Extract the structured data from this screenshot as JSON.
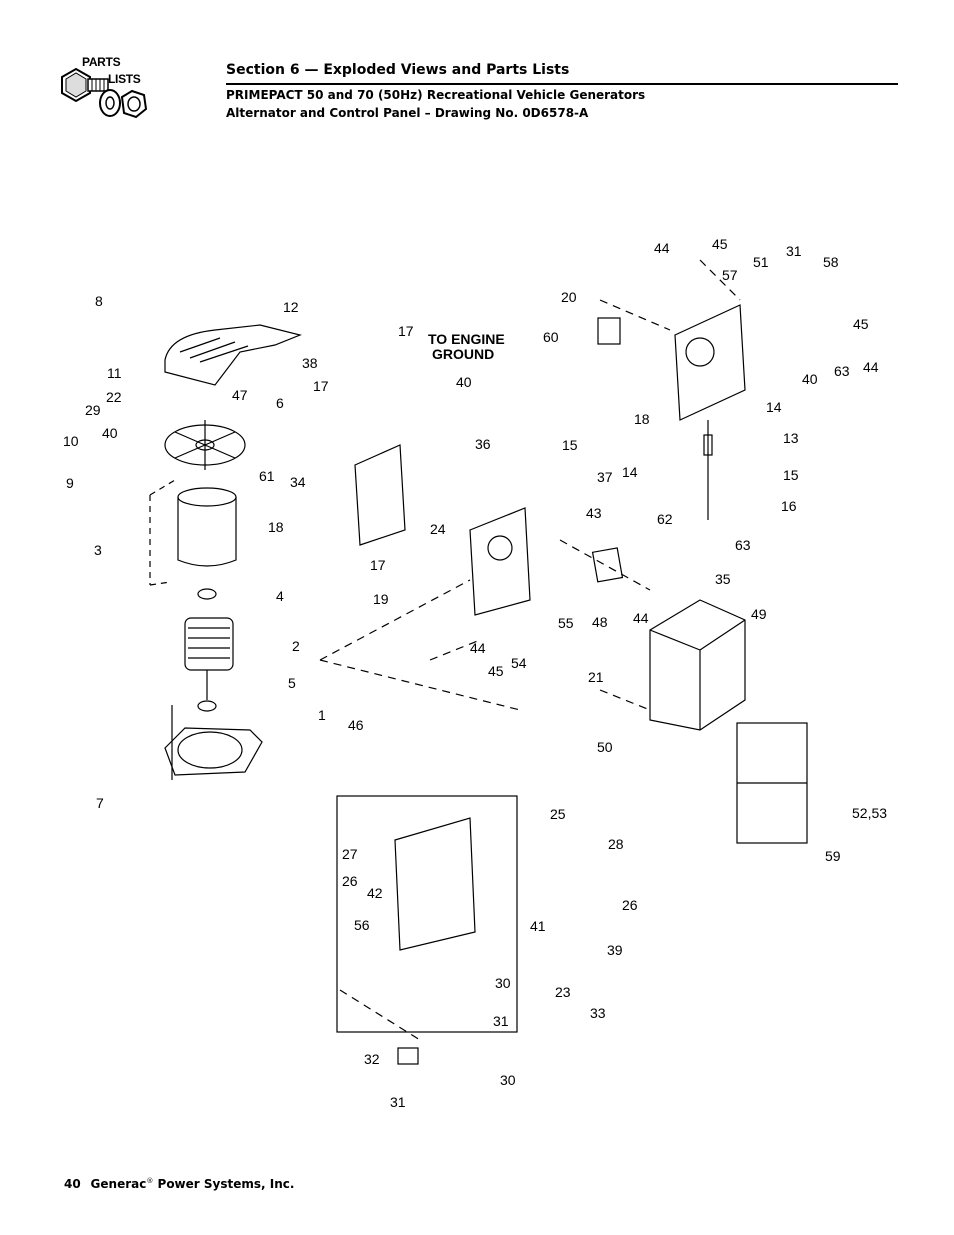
{
  "header": {
    "logo_line1": "PARTS",
    "logo_line2": "LISTS",
    "section_title": "Section 6 — Exploded Views and Parts Lists",
    "subtitle_line1": "PRIMEPACT 50 and 70 (50Hz) Recreational Vehicle Generators",
    "subtitle_line2": "Alternator and Control Panel – Drawing No. 0D6578-A"
  },
  "drawing": {
    "note_line1": "TO ENGINE",
    "note_line2": "GROUND",
    "callouts": [
      "8",
      "12",
      "11",
      "47",
      "22",
      "29",
      "6",
      "40",
      "10",
      "9",
      "61",
      "3",
      "4",
      "2",
      "5",
      "1",
      "7",
      "17",
      "38",
      "17",
      "40",
      "34",
      "18",
      "17",
      "19",
      "36",
      "15",
      "37",
      "24",
      "46",
      "44",
      "45",
      "54",
      "55",
      "21",
      "43",
      "48",
      "62",
      "63",
      "44",
      "35",
      "49",
      "50",
      "20",
      "60",
      "44",
      "45",
      "57",
      "51",
      "31",
      "58",
      "45",
      "40",
      "63",
      "44",
      "18",
      "14",
      "13",
      "14",
      "15",
      "16",
      "52,53",
      "59",
      "25",
      "28",
      "27",
      "26",
      "42",
      "26",
      "56",
      "41",
      "39",
      "23",
      "33",
      "30",
      "31",
      "32",
      "30",
      "31"
    ]
  },
  "footer": {
    "page_number": "40",
    "company_name": "Generac",
    "registered_mark": "®",
    "company_suffix": " Power Systems, Inc."
  }
}
